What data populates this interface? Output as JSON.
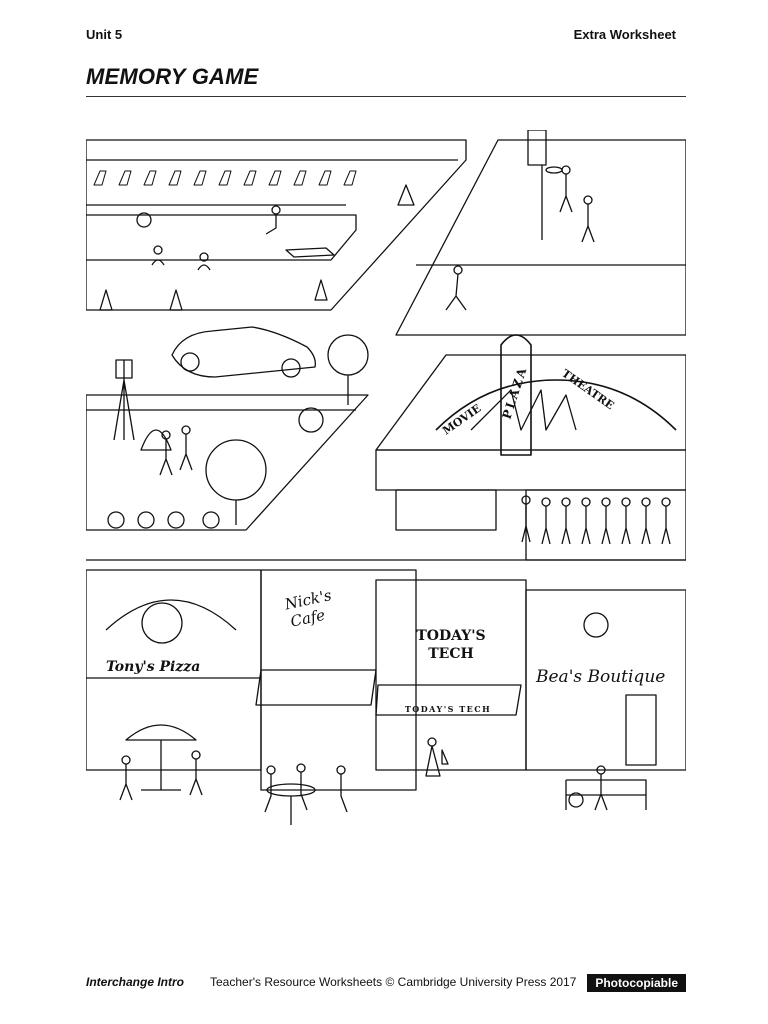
{
  "header": {
    "unit": "Unit 5",
    "worksheet": "Extra Worksheet"
  },
  "title": "MEMORY GAME",
  "scene": {
    "pizza_sign": "Tony's Pizza",
    "cafe_sign_line1": "Nick's",
    "cafe_sign_line2": "Cafe",
    "tech_sign_line1": "TODAY'S",
    "tech_sign_line2": "TECH",
    "tech_awning": "TODAY'S TECH",
    "boutique_sign": "Bea's Boutique",
    "theatre_movie": "MOVIE",
    "theatre_theatre": "THEATRE",
    "theatre_plaza": "PLAZA"
  },
  "footer": {
    "brand": "Interchange Intro",
    "credit": "Teacher's Resource Worksheets © Cambridge University Press 2017",
    "badge": "Photocopiable"
  }
}
